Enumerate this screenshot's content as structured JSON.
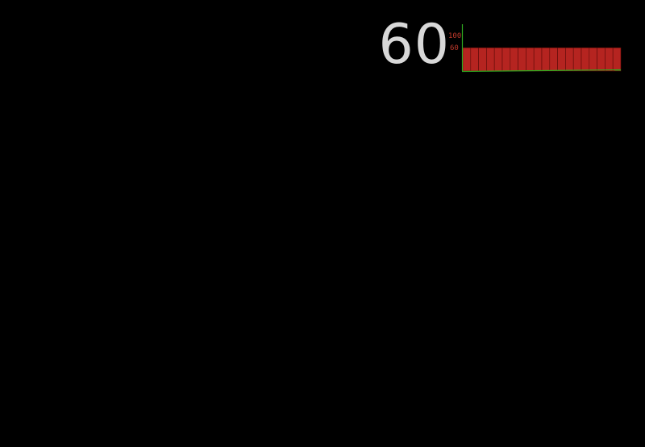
{
  "fps_counter": {
    "current_value": "60",
    "scale_max_label": "100",
    "target_label": "60",
    "scale_max": 100,
    "frame_history": [
      60,
      60,
      60,
      60,
      60,
      60,
      60,
      60,
      60,
      60,
      60,
      60,
      60,
      60,
      60,
      60,
      60,
      60,
      60,
      60
    ],
    "colors": {
      "readout": "#d8d8d8",
      "bar_fill": "#b52420",
      "bar_outline": "#5a0b09",
      "axis": "#2fa81f",
      "label": "#c0392b"
    }
  }
}
